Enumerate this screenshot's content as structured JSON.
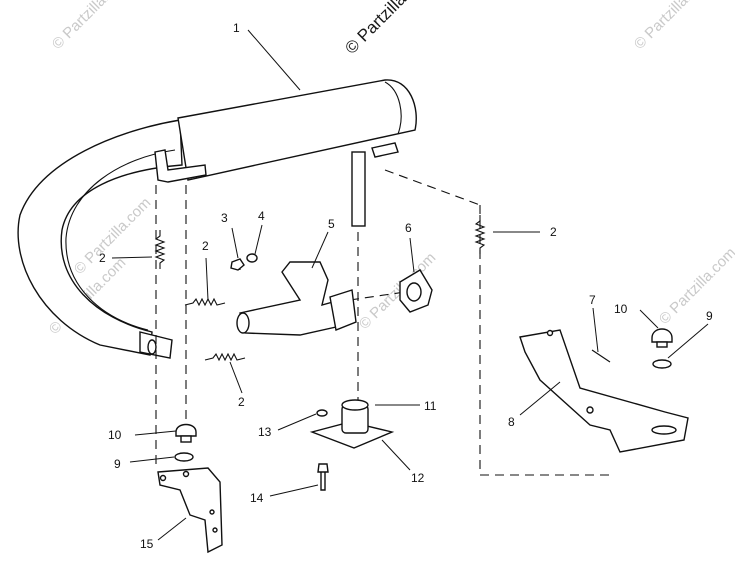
{
  "watermark": {
    "main": "© Partzilla.com",
    "faint": "© Partzilla.com"
  },
  "callouts": {
    "c1": "1",
    "c2a": "2",
    "c2b": "2",
    "c2c": "2",
    "c2d": "2",
    "c3": "3",
    "c4": "4",
    "c5": "5",
    "c6": "6",
    "c7": "7",
    "c8": "8",
    "c9a": "9",
    "c9b": "9",
    "c10a": "10",
    "c10b": "10",
    "c11": "11",
    "c12": "12",
    "c13": "13",
    "c14": "14",
    "c15": "15"
  }
}
